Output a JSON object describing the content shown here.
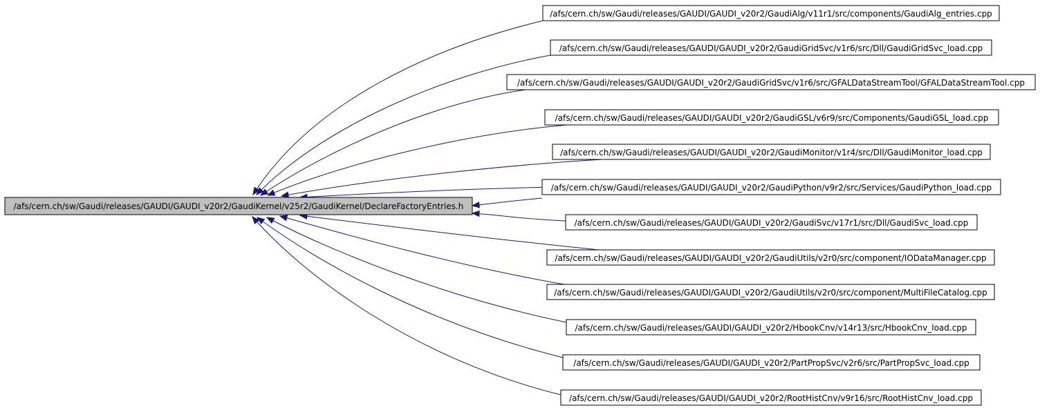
{
  "graph": {
    "root": "/afs/cern.ch/sw/Gaudi/releases/GAUDI/GAUDI_v20r2/GaudiKernel/v25r2/GaudiKernel/DeclareFactoryEntries.h",
    "includers": [
      "/afs/cern.ch/sw/Gaudi/releases/GAUDI/GAUDI_v20r2/GaudiAlg/v11r1/src/components/GaudiAlg_entries.cpp",
      "/afs/cern.ch/sw/Gaudi/releases/GAUDI/GAUDI_v20r2/GaudiGridSvc/v1r6/src/Dll/GaudiGridSvc_load.cpp",
      "/afs/cern.ch/sw/Gaudi/releases/GAUDI/GAUDI_v20r2/GaudiGridSvc/v1r6/src/GFALDataStreamTool/GFALDataStreamTool.cpp",
      "/afs/cern.ch/sw/Gaudi/releases/GAUDI/GAUDI_v20r2/GaudiGSL/v6r9/src/Components/GaudiGSL_load.cpp",
      "/afs/cern.ch/sw/Gaudi/releases/GAUDI/GAUDI_v20r2/GaudiMonitor/v1r4/src/Dll/GaudiMonitor_load.cpp",
      "/afs/cern.ch/sw/Gaudi/releases/GAUDI/GAUDI_v20r2/GaudiPython/v9r2/src/Services/GaudiPython_load.cpp",
      "/afs/cern.ch/sw/Gaudi/releases/GAUDI/GAUDI_v20r2/GaudiSvc/v17r1/src/Dll/GaudiSvc_load.cpp",
      "/afs/cern.ch/sw/Gaudi/releases/GAUDI/GAUDI_v20r2/GaudiUtils/v2r0/src/component/IODataManager.cpp",
      "/afs/cern.ch/sw/Gaudi/releases/GAUDI/GAUDI_v20r2/GaudiUtils/v2r0/src/component/MultiFileCatalog.cpp",
      "/afs/cern.ch/sw/Gaudi/releases/GAUDI/GAUDI_v20r2/HbookCnv/v14r13/src/HbookCnv_load.cpp",
      "/afs/cern.ch/sw/Gaudi/releases/GAUDI/GAUDI_v20r2/PartPropSvc/v2r6/src/PartPropSvc_load.cpp",
      "/afs/cern.ch/sw/Gaudi/releases/GAUDI/GAUDI_v20r2/RootHistCnv/v9r16/src/RootHistCnv_load.cpp"
    ],
    "colors": {
      "edge": "#191970",
      "focus_fill": "#bfbfbf",
      "node_fill": "#ffffff",
      "border": "#000000"
    }
  }
}
